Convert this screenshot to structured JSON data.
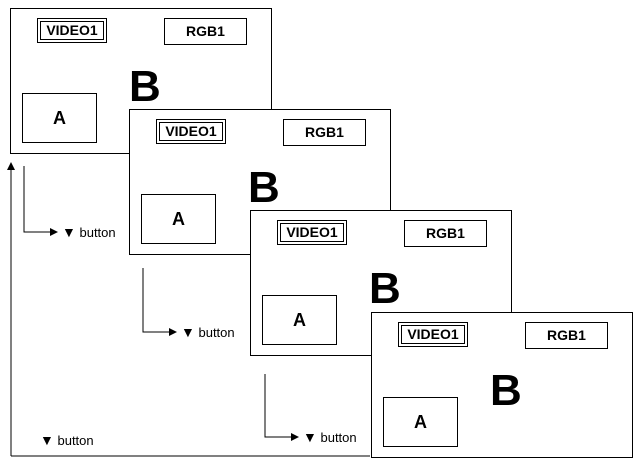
{
  "screens": [
    {
      "video_label": "VIDEO1",
      "rgb_label": "RGB1",
      "sub_window": "A",
      "main_window": "B"
    },
    {
      "video_label": "VIDEO1",
      "rgb_label": "RGB1",
      "sub_window": "A",
      "main_window": "B"
    },
    {
      "video_label": "VIDEO1",
      "rgb_label": "RGB1",
      "sub_window": "A",
      "main_window": "B"
    },
    {
      "video_label": "VIDEO1",
      "rgb_label": "RGB1",
      "sub_window": "A",
      "main_window": "B"
    }
  ],
  "steps": [
    {
      "arrow_glyph": "▼",
      "label": "button"
    },
    {
      "arrow_glyph": "▼",
      "label": "button"
    },
    {
      "arrow_glyph": "▼",
      "label": "button"
    },
    {
      "arrow_glyph": "▼",
      "label": "button"
    }
  ]
}
